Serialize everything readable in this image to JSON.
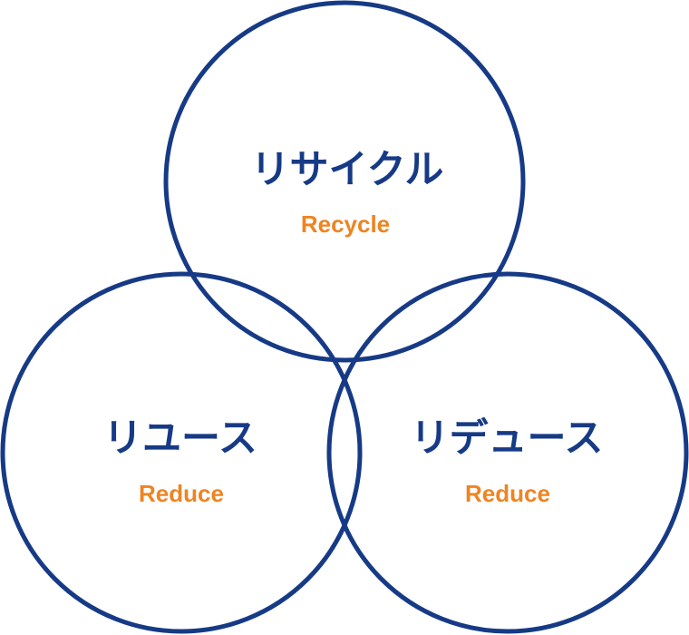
{
  "colors": {
    "circle_stroke": "#163a86",
    "title_text": "#163a86",
    "subtitle_text": "#ee8422",
    "background": "#ffffff"
  },
  "circles": {
    "top": {
      "title": "リサイクル",
      "subtitle": "Recycle"
    },
    "left": {
      "title": "リユース",
      "subtitle": "Reduce"
    },
    "right": {
      "title": "リデュース",
      "subtitle": "Reduce"
    }
  }
}
